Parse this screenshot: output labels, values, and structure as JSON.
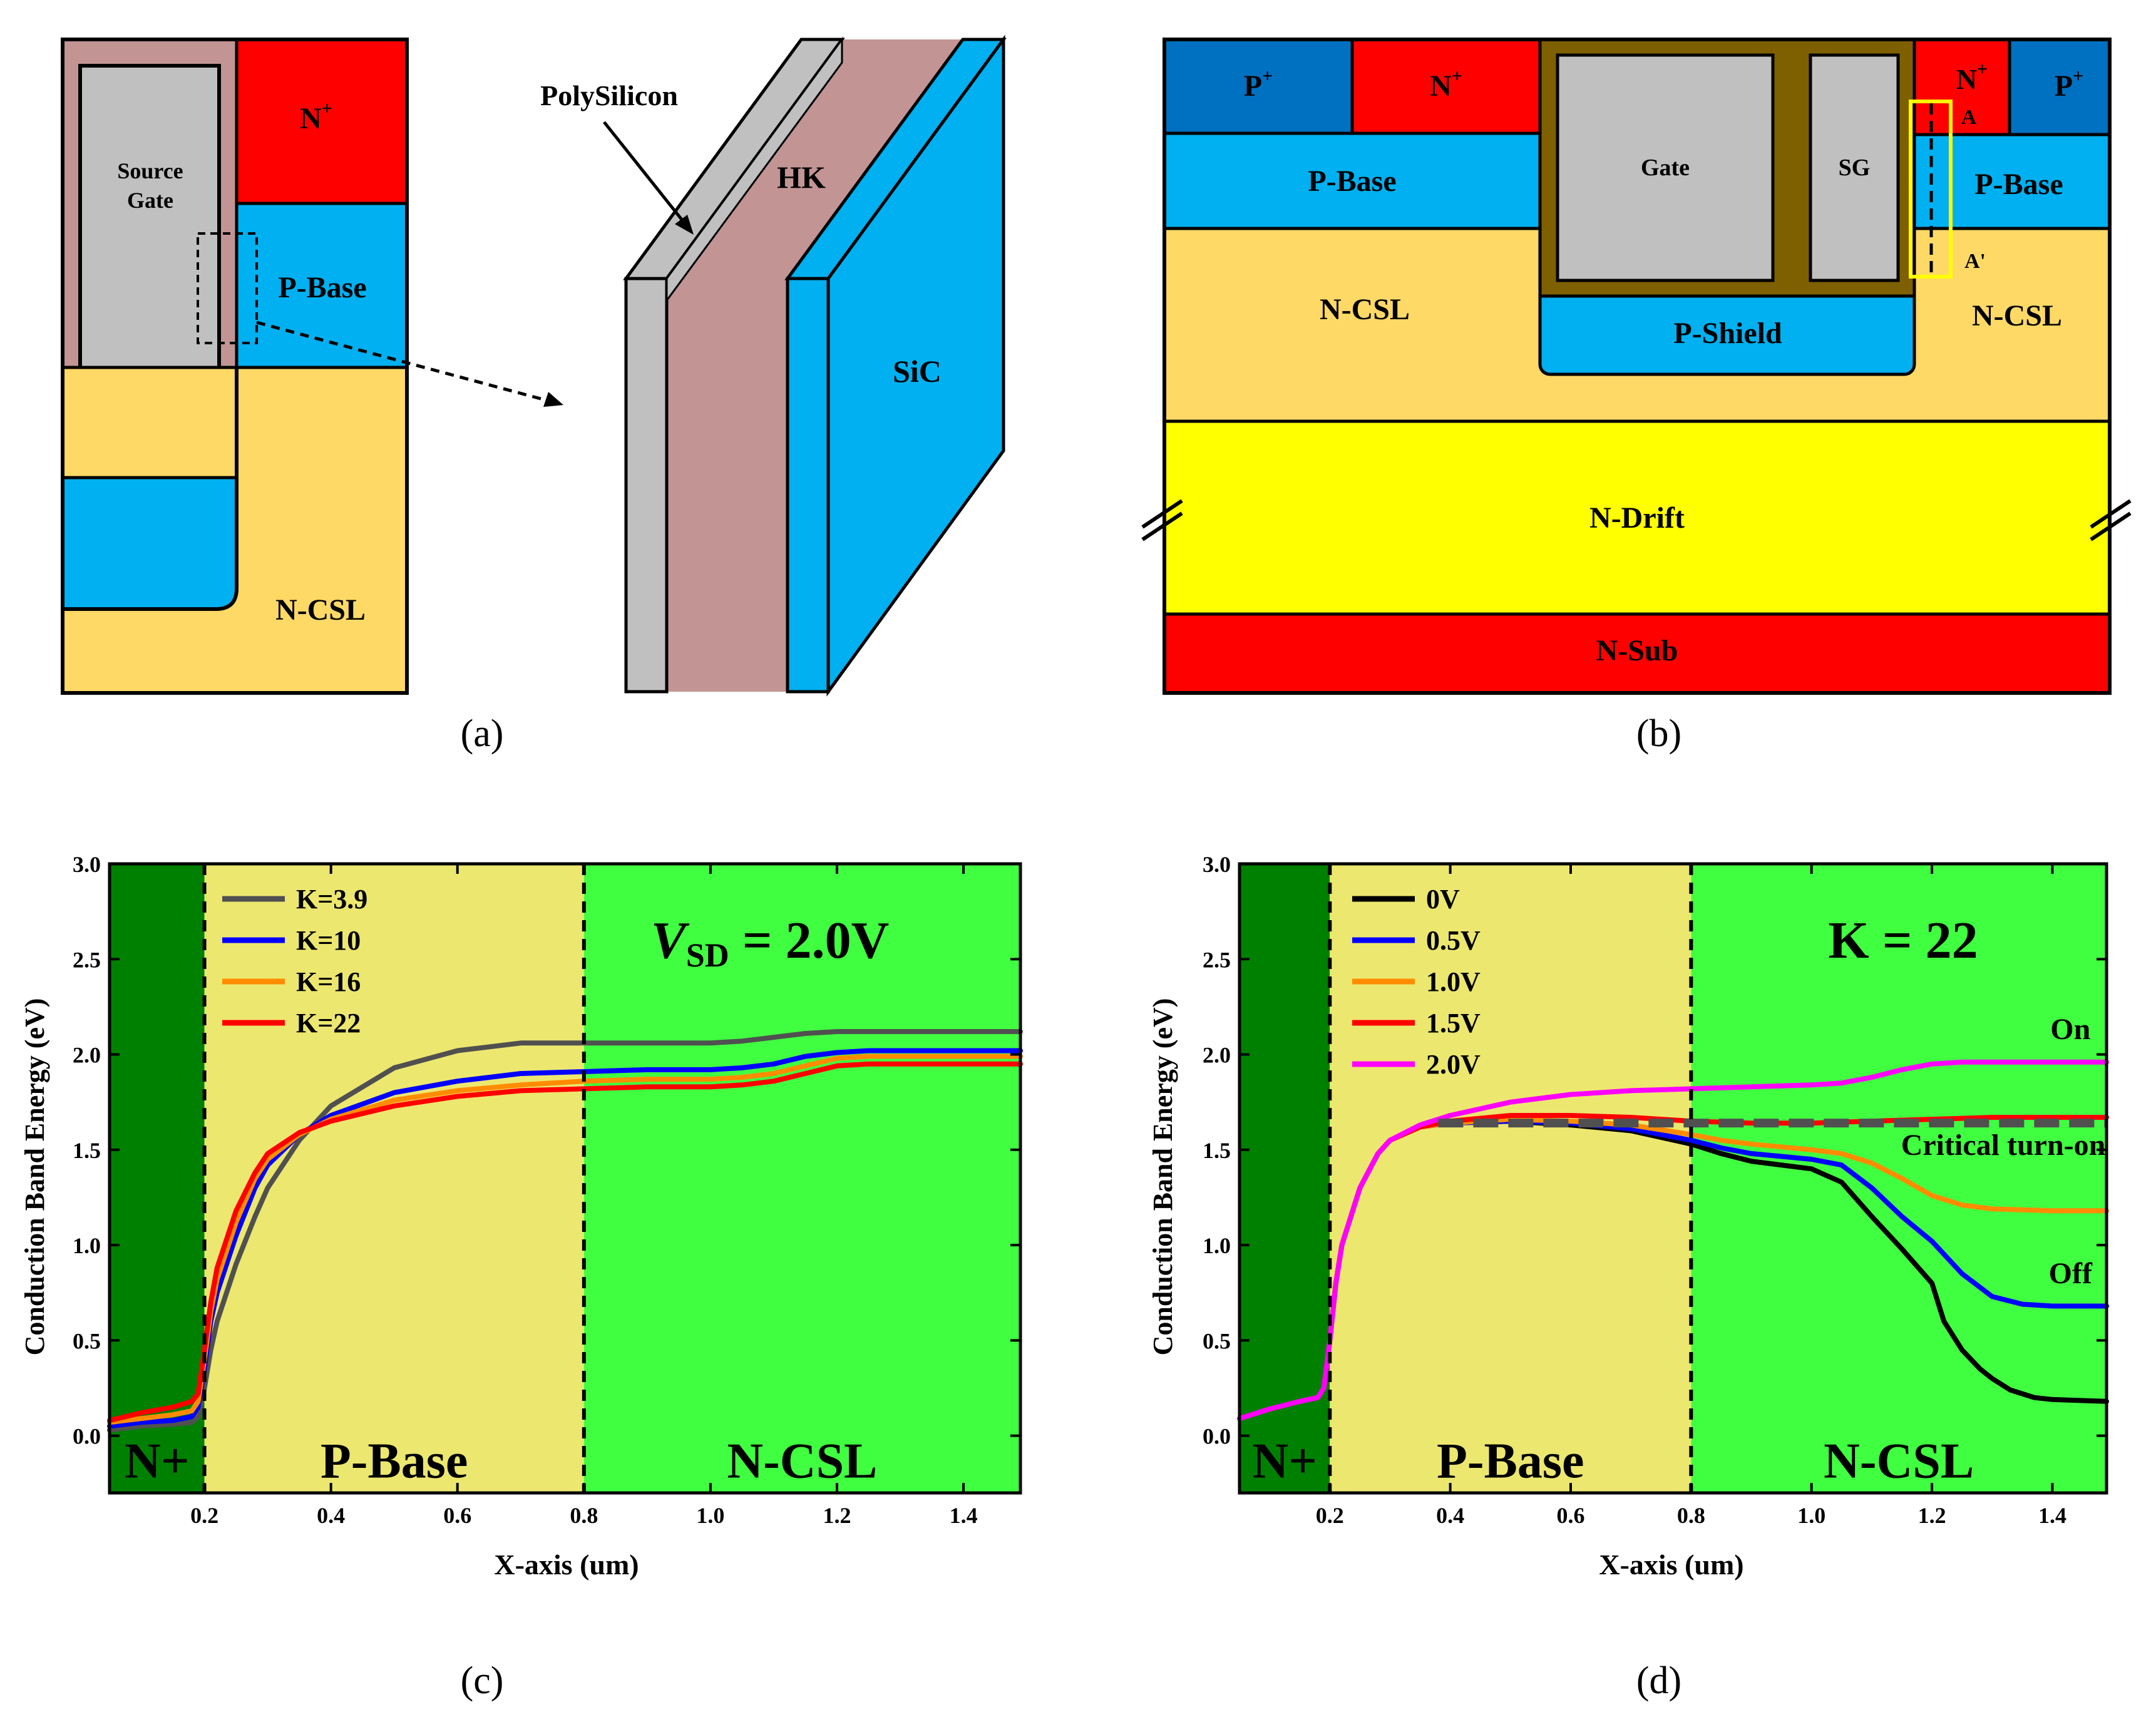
{
  "panel_a": {
    "caption": "(a)",
    "source_gate": [
      "Source",
      "Gate"
    ],
    "n_plus": "N",
    "plus": "+",
    "p_base": "P-Base",
    "n_csl": "N-CSL",
    "polysilicon": "PolySilicon",
    "hk": "HK",
    "sic": "SiC"
  },
  "panel_b": {
    "caption": "(b)",
    "p_plus": "P",
    "n_plus": "N",
    "plus": "+",
    "gate": "Gate",
    "sg": "SG",
    "a": "A",
    "a_prime": "A'",
    "p_base": "P-Base",
    "n_csl": "N-CSL",
    "p_shield": "P-Shield",
    "n_drift": "N-Drift",
    "n_sub": "N-Sub"
  },
  "colors": {
    "hk": "#c29494",
    "poly": "#c0c0c0",
    "nplus": "#ff0000",
    "pbase": "#00b0f0",
    "pplus": "#0070c0",
    "ncsl": "#ffd966",
    "ndrift": "#ffff00",
    "oxide": "#7f6000",
    "yellow_box": "#ffff00",
    "region_nplus": "#008000",
    "region_pbase": "#ece76f",
    "region_ncsl": "#40ff40"
  },
  "chart_data": [
    {
      "type": "line",
      "panel": "(c)",
      "title": "",
      "annotation": {
        "v": "V",
        "sub": "SD",
        "rest": " = 2.0V"
      },
      "xlabel": "X-axis (um)",
      "ylabel": "Conduction Band Energy (eV)",
      "xlim": [
        0.05,
        1.49
      ],
      "ylim": [
        -0.3,
        3.0
      ],
      "xticks": [
        0.2,
        0.4,
        0.6,
        0.8,
        1.0,
        1.2,
        1.4
      ],
      "xtick_labels": [
        "0.2",
        "0.4",
        "0.6",
        "0.8",
        "1.0",
        "1.2",
        "1.4"
      ],
      "yticks": [
        0.0,
        0.5,
        1.0,
        1.5,
        2.0,
        2.5,
        3.0
      ],
      "ytick_labels": [
        "0.0",
        "0.5",
        "1.0",
        "1.5",
        "2.0",
        "2.5",
        "3.0"
      ],
      "regions": [
        {
          "label": "N+",
          "from": 0.05,
          "to": 0.2,
          "color": "#008000"
        },
        {
          "label": "P-Base",
          "from": 0.2,
          "to": 0.8,
          "color": "#ece76f"
        },
        {
          "label": "N-CSL",
          "from": 0.8,
          "to": 1.49,
          "color": "#40ff40"
        }
      ],
      "legend_position": "top-left",
      "series": [
        {
          "name": "K=3.9",
          "color": "#505050",
          "x": [
            0.05,
            0.1,
            0.15,
            0.18,
            0.19,
            0.2,
            0.21,
            0.22,
            0.25,
            0.28,
            0.3,
            0.35,
            0.4,
            0.5,
            0.6,
            0.7,
            0.8,
            0.9,
            1.0,
            1.05,
            1.1,
            1.15,
            1.2,
            1.25,
            1.3,
            1.4,
            1.49
          ],
          "y": [
            0.03,
            0.05,
            0.06,
            0.07,
            0.1,
            0.25,
            0.45,
            0.6,
            0.9,
            1.15,
            1.3,
            1.55,
            1.73,
            1.93,
            2.02,
            2.06,
            2.06,
            2.06,
            2.06,
            2.07,
            2.09,
            2.11,
            2.12,
            2.12,
            2.12,
            2.12,
            2.12
          ]
        },
        {
          "name": "K=10",
          "color": "#0000ff",
          "x": [
            0.05,
            0.1,
            0.15,
            0.18,
            0.19,
            0.2,
            0.21,
            0.22,
            0.25,
            0.28,
            0.3,
            0.35,
            0.4,
            0.5,
            0.6,
            0.7,
            0.8,
            0.9,
            1.0,
            1.05,
            1.1,
            1.15,
            1.2,
            1.25,
            1.3,
            1.4,
            1.49
          ],
          "y": [
            0.05,
            0.07,
            0.08,
            0.1,
            0.15,
            0.35,
            0.6,
            0.75,
            1.05,
            1.3,
            1.42,
            1.58,
            1.68,
            1.8,
            1.86,
            1.9,
            1.91,
            1.92,
            1.92,
            1.93,
            1.95,
            1.99,
            2.01,
            2.02,
            2.02,
            2.02,
            2.02
          ]
        },
        {
          "name": "K=16",
          "color": "#ff8c00",
          "x": [
            0.05,
            0.1,
            0.15,
            0.18,
            0.19,
            0.2,
            0.21,
            0.22,
            0.25,
            0.28,
            0.3,
            0.35,
            0.4,
            0.5,
            0.6,
            0.7,
            0.8,
            0.9,
            1.0,
            1.05,
            1.1,
            1.15,
            1.2,
            1.25,
            1.3,
            1.4,
            1.49
          ],
          "y": [
            0.07,
            0.09,
            0.11,
            0.13,
            0.18,
            0.4,
            0.65,
            0.82,
            1.12,
            1.35,
            1.45,
            1.58,
            1.66,
            1.76,
            1.81,
            1.84,
            1.86,
            1.87,
            1.87,
            1.88,
            1.9,
            1.94,
            1.98,
            1.99,
            1.99,
            1.99,
            1.99
          ]
        },
        {
          "name": "K=22",
          "color": "#ff0000",
          "x": [
            0.05,
            0.1,
            0.15,
            0.18,
            0.19,
            0.2,
            0.21,
            0.22,
            0.25,
            0.28,
            0.3,
            0.35,
            0.4,
            0.5,
            0.6,
            0.7,
            0.8,
            0.9,
            1.0,
            1.05,
            1.1,
            1.15,
            1.2,
            1.25,
            1.3,
            1.4,
            1.49
          ],
          "y": [
            0.08,
            0.12,
            0.15,
            0.18,
            0.22,
            0.45,
            0.7,
            0.88,
            1.18,
            1.38,
            1.48,
            1.59,
            1.65,
            1.73,
            1.78,
            1.81,
            1.82,
            1.83,
            1.83,
            1.84,
            1.86,
            1.9,
            1.94,
            1.95,
            1.95,
            1.95,
            1.95
          ]
        }
      ]
    },
    {
      "type": "line",
      "panel": "(d)",
      "title": "",
      "annotation": {
        "text": "K = 22"
      },
      "xlabel": "X-axis (um)",
      "ylabel": "Conduction Band Energy (eV)",
      "xlim": [
        0.05,
        1.49
      ],
      "ylim": [
        -0.3,
        3.0
      ],
      "xticks": [
        0.2,
        0.4,
        0.6,
        0.8,
        1.0,
        1.2,
        1.4
      ],
      "xtick_labels": [
        "0.2",
        "0.4",
        "0.6",
        "0.8",
        "1.0",
        "1.2",
        "1.4"
      ],
      "yticks": [
        0.0,
        0.5,
        1.0,
        1.5,
        2.0,
        2.5,
        3.0
      ],
      "ytick_labels": [
        "0.0",
        "0.5",
        "1.0",
        "1.5",
        "2.0",
        "2.5",
        "3.0"
      ],
      "regions": [
        {
          "label": "N+",
          "from": 0.05,
          "to": 0.2,
          "color": "#008000"
        },
        {
          "label": "P-Base",
          "from": 0.2,
          "to": 0.8,
          "color": "#ece76f"
        },
        {
          "label": "N-CSL",
          "from": 0.8,
          "to": 1.49,
          "color": "#40ff40"
        }
      ],
      "legend_position": "top-left",
      "reference_line": {
        "label": "Critical turn-on",
        "y": 1.64,
        "from": 0.38,
        "to": 1.49,
        "color": "#505050"
      },
      "labels": [
        {
          "text": "On",
          "x": 1.43,
          "y": 2.08
        },
        {
          "text": "Off",
          "x": 1.43,
          "y": 0.8
        }
      ],
      "series": [
        {
          "name": "0V",
          "color": "#000000",
          "x": [
            0.05,
            0.1,
            0.15,
            0.18,
            0.19,
            0.2,
            0.21,
            0.22,
            0.25,
            0.28,
            0.3,
            0.35,
            0.4,
            0.5,
            0.6,
            0.7,
            0.8,
            0.85,
            0.9,
            1.0,
            1.05,
            1.1,
            1.15,
            1.2,
            1.22,
            1.25,
            1.28,
            1.3,
            1.33,
            1.37,
            1.4,
            1.49
          ],
          "y": [
            0.09,
            0.14,
            0.18,
            0.2,
            0.25,
            0.5,
            0.8,
            1.0,
            1.3,
            1.48,
            1.55,
            1.62,
            1.64,
            1.65,
            1.63,
            1.6,
            1.53,
            1.48,
            1.44,
            1.4,
            1.33,
            1.15,
            0.98,
            0.8,
            0.6,
            0.45,
            0.35,
            0.3,
            0.24,
            0.2,
            0.19,
            0.18
          ]
        },
        {
          "name": "0.5V",
          "color": "#0000ff",
          "x": [
            0.05,
            0.1,
            0.15,
            0.18,
            0.19,
            0.2,
            0.21,
            0.22,
            0.25,
            0.28,
            0.3,
            0.35,
            0.4,
            0.5,
            0.6,
            0.7,
            0.8,
            0.85,
            0.9,
            1.0,
            1.05,
            1.1,
            1.15,
            1.2,
            1.25,
            1.3,
            1.35,
            1.4,
            1.49
          ],
          "y": [
            0.09,
            0.14,
            0.18,
            0.2,
            0.25,
            0.5,
            0.8,
            1.0,
            1.3,
            1.48,
            1.55,
            1.62,
            1.64,
            1.65,
            1.64,
            1.61,
            1.55,
            1.51,
            1.48,
            1.45,
            1.42,
            1.3,
            1.15,
            1.02,
            0.85,
            0.73,
            0.69,
            0.68,
            0.68
          ]
        },
        {
          "name": "1.0V",
          "color": "#ff8c00",
          "x": [
            0.05,
            0.1,
            0.15,
            0.18,
            0.19,
            0.2,
            0.21,
            0.22,
            0.25,
            0.28,
            0.3,
            0.35,
            0.4,
            0.5,
            0.6,
            0.7,
            0.8,
            0.85,
            0.9,
            1.0,
            1.05,
            1.1,
            1.15,
            1.2,
            1.25,
            1.3,
            1.4,
            1.49
          ],
          "y": [
            0.09,
            0.14,
            0.18,
            0.2,
            0.25,
            0.5,
            0.8,
            1.0,
            1.3,
            1.48,
            1.55,
            1.62,
            1.64,
            1.66,
            1.65,
            1.63,
            1.58,
            1.55,
            1.53,
            1.5,
            1.48,
            1.43,
            1.35,
            1.26,
            1.21,
            1.19,
            1.18,
            1.18
          ]
        },
        {
          "name": "1.5V",
          "color": "#ff0000",
          "x": [
            0.05,
            0.1,
            0.15,
            0.18,
            0.19,
            0.2,
            0.21,
            0.22,
            0.25,
            0.28,
            0.3,
            0.35,
            0.4,
            0.5,
            0.6,
            0.7,
            0.8,
            0.9,
            1.0,
            1.1,
            1.2,
            1.3,
            1.4,
            1.49
          ],
          "y": [
            0.09,
            0.14,
            0.18,
            0.2,
            0.25,
            0.5,
            0.8,
            1.0,
            1.3,
            1.48,
            1.55,
            1.62,
            1.65,
            1.68,
            1.68,
            1.67,
            1.65,
            1.64,
            1.64,
            1.65,
            1.66,
            1.67,
            1.67,
            1.67
          ]
        },
        {
          "name": "2.0V",
          "color": "#ff00ff",
          "x": [
            0.05,
            0.1,
            0.15,
            0.18,
            0.19,
            0.2,
            0.21,
            0.22,
            0.25,
            0.28,
            0.3,
            0.35,
            0.4,
            0.5,
            0.6,
            0.7,
            0.8,
            0.9,
            1.0,
            1.05,
            1.1,
            1.15,
            1.2,
            1.25,
            1.3,
            1.4,
            1.49
          ],
          "y": [
            0.09,
            0.14,
            0.18,
            0.2,
            0.25,
            0.5,
            0.8,
            1.0,
            1.3,
            1.48,
            1.55,
            1.63,
            1.68,
            1.75,
            1.79,
            1.81,
            1.82,
            1.83,
            1.84,
            1.85,
            1.88,
            1.92,
            1.95,
            1.96,
            1.96,
            1.96,
            1.96
          ]
        }
      ]
    }
  ]
}
